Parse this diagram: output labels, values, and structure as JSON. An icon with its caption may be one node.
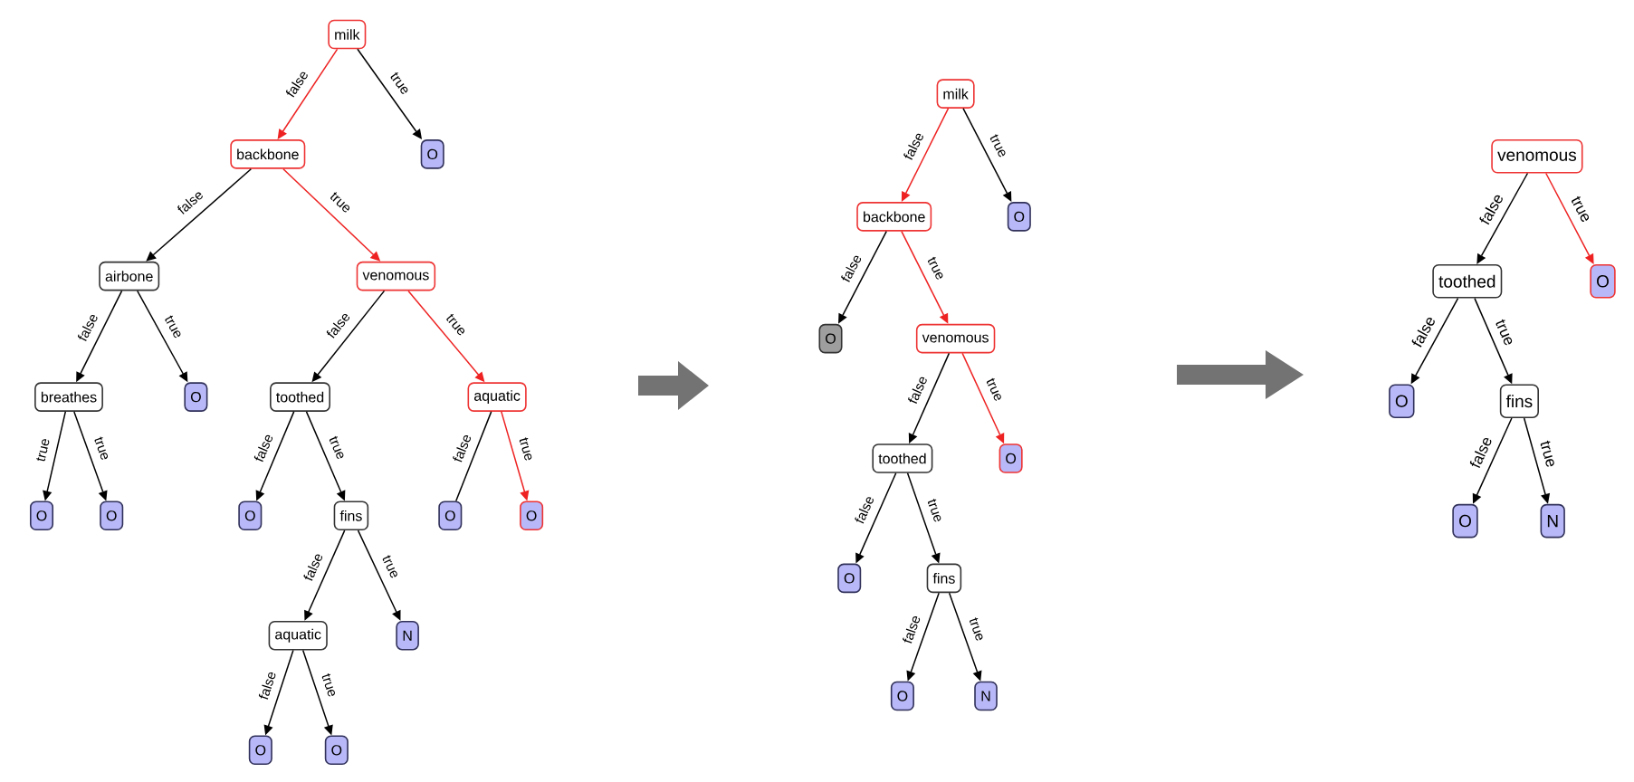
{
  "diagram": {
    "nodes": [
      {
        "text": [
          "milk"
        ]
      },
      {
        "text": [
          "backbone"
        ]
      },
      {
        "text": [
          "O"
        ]
      },
      {
        "text": [
          "airbone"
        ]
      },
      {
        "text": [
          "venomous"
        ]
      },
      {
        "text": [
          "breathes"
        ]
      },
      {
        "text": [
          "O"
        ]
      },
      {
        "text": [
          "toothed"
        ]
      },
      {
        "text": [
          "aquatic"
        ]
      },
      {
        "text": [
          "O"
        ]
      },
      {
        "text": [
          "O"
        ]
      },
      {
        "text": [
          "O"
        ]
      },
      {
        "text": [
          "fins"
        ]
      },
      {
        "text": [
          "O"
        ]
      },
      {
        "text": [
          "O"
        ]
      },
      {
        "text": [
          "aquatic"
        ]
      },
      {
        "text": [
          "N"
        ]
      },
      {
        "text": [
          "O"
        ]
      },
      {
        "text": [
          "O"
        ]
      },
      {
        "text": [
          "milk"
        ]
      },
      {
        "text": [
          "backbone"
        ]
      },
      {
        "text": [
          "O"
        ]
      },
      {
        "text": [
          "O"
        ]
      },
      {
        "text": [
          "venomous"
        ]
      },
      {
        "text": [
          "toothed"
        ]
      },
      {
        "text": [
          "O"
        ]
      },
      {
        "text": [
          "O"
        ]
      },
      {
        "text": [
          "fins"
        ]
      },
      {
        "text": [
          "O"
        ]
      },
      {
        "text": [
          "N"
        ]
      },
      {
        "text": [
          "venomous"
        ]
      },
      {
        "text": [
          "toothed"
        ]
      },
      {
        "text": [
          "O"
        ]
      },
      {
        "text": [
          "O"
        ]
      },
      {
        "text": [
          "fins"
        ]
      },
      {
        "text": [
          "O"
        ]
      },
      {
        "text": [
          "N"
        ]
      }
    ],
    "edges": [
      {
        "from": 0,
        "to": 1,
        "arrow": "to",
        "label": "false",
        "color": "#ee2222"
      },
      {
        "from": 0,
        "to": 2,
        "arrow": "to",
        "label": "true"
      },
      {
        "from": 1,
        "to": 3,
        "arrow": "to",
        "label": "false"
      },
      {
        "from": 1,
        "to": 4,
        "arrow": "to",
        "label": "true",
        "color": "#ee2222"
      },
      {
        "from": 3,
        "to": 5,
        "arrow": "to",
        "label": "false"
      },
      {
        "from": 3,
        "to": 6,
        "arrow": "to",
        "label": "true"
      },
      {
        "from": 4,
        "to": 7,
        "arrow": "to",
        "label": "false"
      },
      {
        "from": 4,
        "to": 8,
        "arrow": "to",
        "label": "true",
        "color": "#ee2222"
      },
      {
        "from": 5,
        "to": 9,
        "arrow": "to",
        "label": "true"
      },
      {
        "from": 5,
        "to": 10,
        "arrow": "to",
        "label": "true"
      },
      {
        "from": 7,
        "to": 11,
        "arrow": "to",
        "label": "false"
      },
      {
        "from": 7,
        "to": 12,
        "arrow": "to",
        "label": "true"
      },
      {
        "from": 8,
        "to": 13,
        "arrow": "none",
        "label": "false"
      },
      {
        "from": 8,
        "to": 14,
        "arrow": "to",
        "label": "true",
        "color": "#ee2222"
      },
      {
        "from": 12,
        "to": 15,
        "arrow": "to",
        "label": "false"
      },
      {
        "from": 12,
        "to": 16,
        "arrow": "to",
        "label": "true"
      },
      {
        "from": 15,
        "to": 17,
        "arrow": "to",
        "label": "false"
      },
      {
        "from": 15,
        "to": 18,
        "arrow": "to",
        "label": "true"
      },
      {
        "from": 19,
        "to": 20,
        "arrow": "to",
        "label": "false",
        "color": "#ee2222"
      },
      {
        "from": 19,
        "to": 21,
        "arrow": "to",
        "label": "true"
      },
      {
        "from": 20,
        "to": 22,
        "arrow": "to",
        "label": "false"
      },
      {
        "from": 20,
        "to": 23,
        "arrow": "to",
        "label": "true",
        "color": "#ee2222"
      },
      {
        "from": 23,
        "to": 24,
        "arrow": "to",
        "label": "false"
      },
      {
        "from": 23,
        "to": 25,
        "arrow": "to",
        "label": "true",
        "color": "#ee2222"
      },
      {
        "from": 24,
        "to": 26,
        "arrow": "to",
        "label": "false"
      },
      {
        "from": 24,
        "to": 27,
        "arrow": "to",
        "label": "true"
      },
      {
        "from": 27,
        "to": 28,
        "arrow": "to",
        "label": "false"
      },
      {
        "from": 27,
        "to": 29,
        "arrow": "to",
        "label": "true"
      },
      {
        "from": 30,
        "to": 31,
        "arrow": "to",
        "label": "false"
      },
      {
        "from": 30,
        "to": 32,
        "arrow": "to",
        "label": "true",
        "color": "#ee2222"
      },
      {
        "from": 31,
        "to": 33,
        "arrow": "to",
        "label": "false"
      },
      {
        "from": 31,
        "to": 34,
        "arrow": "to",
        "label": "true"
      },
      {
        "from": 34,
        "to": 35,
        "arrow": "to",
        "label": "false"
      },
      {
        "from": 34,
        "to": 36,
        "arrow": "to",
        "label": "true"
      }
    ]
  }
}
